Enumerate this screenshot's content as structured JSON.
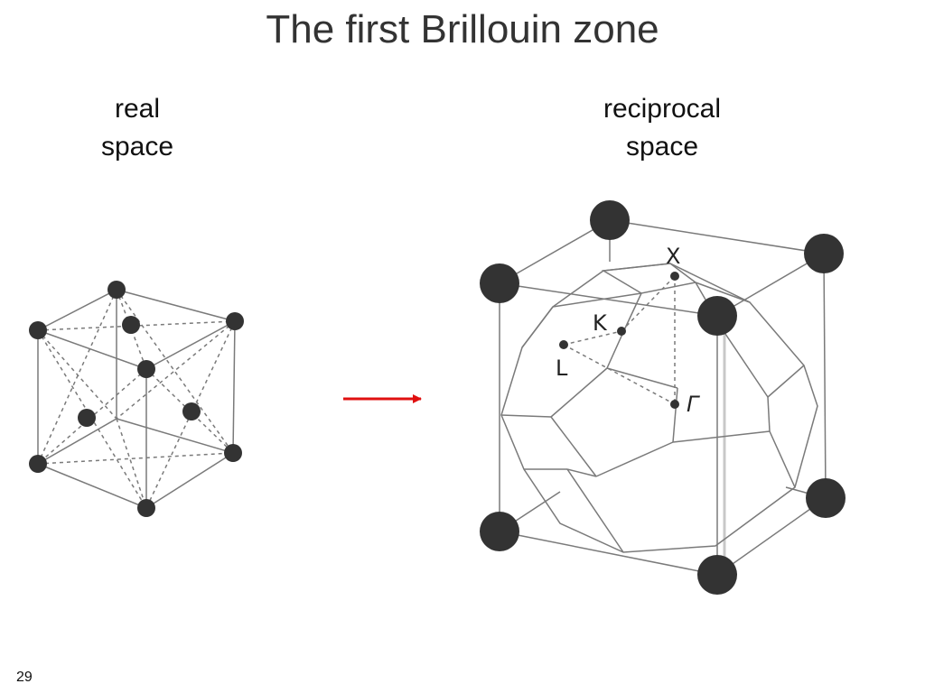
{
  "slide": {
    "title": "The first Brillouin zone",
    "page_number": "29"
  },
  "real_space": {
    "label_line1": "real",
    "label_line2": "space"
  },
  "reciprocal_space": {
    "label_line1": "reciprocal",
    "label_line2": "space",
    "points": {
      "X": "X",
      "K": "K",
      "L": "L",
      "Gamma": "Γ"
    }
  },
  "colors": {
    "arrow": "#e01010",
    "atom": "#333333",
    "line": "#7a7a7a"
  }
}
